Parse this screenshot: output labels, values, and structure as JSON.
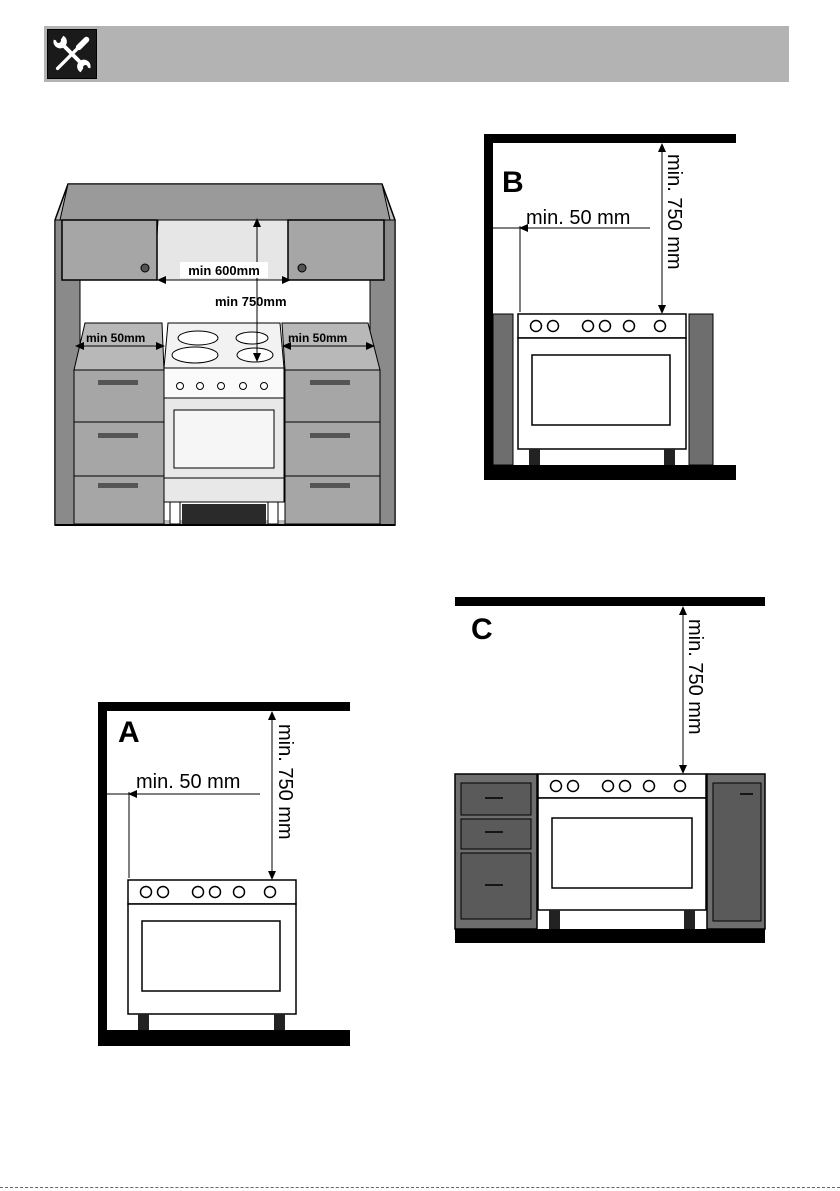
{
  "header": {
    "icon": "wrench-screwdriver-icon"
  },
  "kitchen": {
    "label_width_600": "min 600mm",
    "label_height_750": "min 750mm",
    "label_left_50": "min 50mm",
    "label_right_50": "min 50mm"
  },
  "diagram_a": {
    "letter": "A",
    "label_side": "min. 50 mm",
    "label_top": "min. 750 mm"
  },
  "diagram_b": {
    "letter": "B",
    "label_side": "min. 50 mm",
    "label_top": "min. 750 mm"
  },
  "diagram_c": {
    "letter": "C",
    "label_top": "min. 750 mm"
  },
  "colors": {
    "header": "#b3b3b3",
    "cabinet": "#a6a6a6",
    "cabinet_dark": "#6e6e6e",
    "wall": "#000000"
  }
}
